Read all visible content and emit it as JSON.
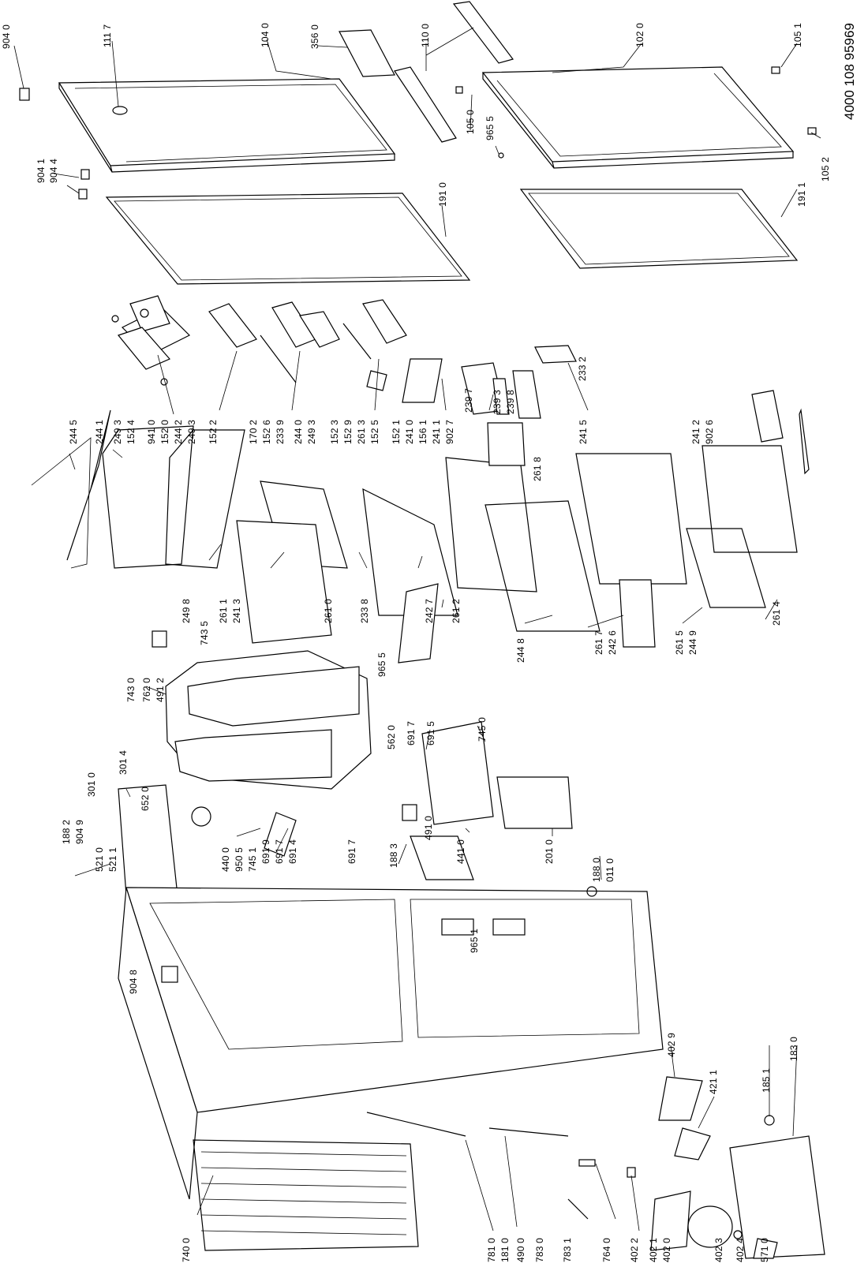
{
  "document_number": "4000 108 95969",
  "labels": [
    "904 0",
    "111 7",
    "104 0",
    "356 0",
    "110 0",
    "102 0",
    "105 1",
    "105 0",
    "965 5",
    "904 1",
    "904 4",
    "191 0",
    "191 1",
    "105 2",
    "244 5",
    "244 1",
    "249 3",
    "152 4",
    "941 0",
    "152 0",
    "244 2",
    "249 3",
    "152 2",
    "170 2",
    "152 6",
    "233 9",
    "244 0",
    "249 3",
    "152 3",
    "152 9",
    "261 3",
    "152 5",
    "152 1",
    "241 0",
    "156 1",
    "241 1",
    "902 7",
    "239 7",
    "239 3",
    "239 8",
    "233 2",
    "261 8",
    "241 5",
    "241 2",
    "902 6",
    "249 8",
    "261 1",
    "241 3",
    "743 5",
    "261 0",
    "233 8",
    "965 5",
    "242 7",
    "261 2",
    "244 8",
    "261 7",
    "242 6",
    "261 5",
    "244 9",
    "261 4",
    "743 0",
    "762 0",
    "491 2",
    "562 0",
    "691 7",
    "691 5",
    "745 0",
    "301 0",
    "301 4",
    "652 0",
    "188 2",
    "904 9",
    "521 0",
    "521 1",
    "440 0",
    "950 5",
    "745 1",
    "691 9",
    "691 7",
    "691 4",
    "691 7",
    "188 3",
    "491 0",
    "441 0",
    "201 0",
    "188 0",
    "011 0",
    "965 1",
    "904 8",
    "402 9",
    "421 1",
    "185 1",
    "183 0",
    "740 0",
    "781 0",
    "181 0",
    "490 0",
    "783 0",
    "783 1",
    "764 0",
    "402 2",
    "402 1",
    "402 0",
    "402 3",
    "402 4",
    "571 0"
  ]
}
